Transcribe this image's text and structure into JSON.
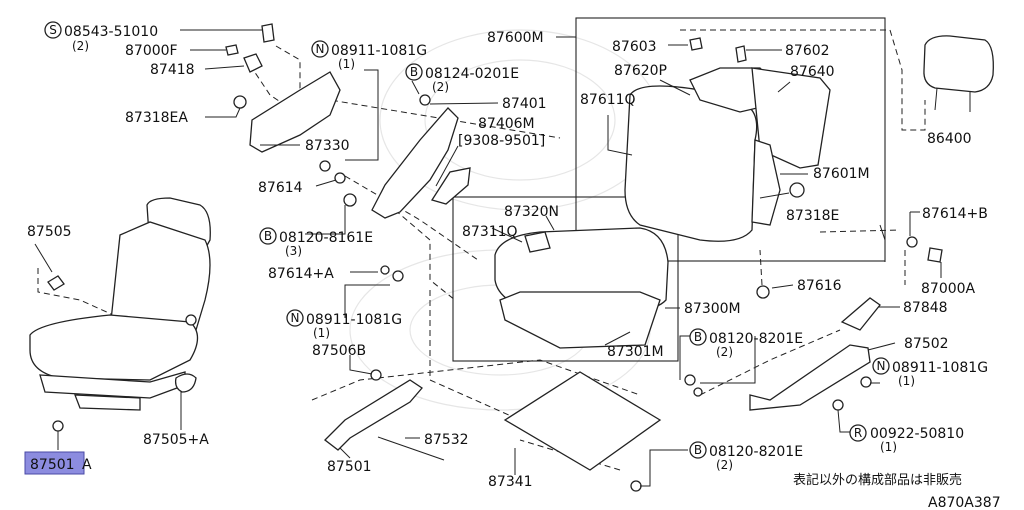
{
  "parts": {
    "p_08543": "08543-51010",
    "p_08543_q": "(2)",
    "p_87000F": "87000F",
    "p_87418": "87418",
    "p_87318EA": "87318EA",
    "p_87330": "87330",
    "p_87614": "87614",
    "p_08911a": "08911-1081G",
    "p_08911a_q": "(1)",
    "p_08124": "08124-0201E",
    "p_08124_q": "(2)",
    "p_87401": "87401",
    "p_87406M": "87406M",
    "p_87406M_range": "[9308-9501]",
    "p_87600M": "87600M",
    "p_87603": "87603",
    "p_87602": "87602",
    "p_87620P": "87620P",
    "p_87640": "87640",
    "p_87611Q": "87611Q",
    "p_86400": "86400",
    "p_87601M": "87601M",
    "p_87318E": "87318E",
    "p_87614B": "87614+B",
    "p_87000A": "87000A",
    "p_87505": "87505",
    "p_08120a": "08120-8161E",
    "p_08120a_q": "(3)",
    "p_87614A": "87614+A",
    "p_87320N": "87320N",
    "p_87311Q": "87311Q",
    "p_87616": "87616",
    "p_87300M": "87300M",
    "p_87848": "87848",
    "p_08911b": "08911-1081G",
    "p_08911b_q": "(1)",
    "p_87502": "87502",
    "p_87301M": "87301M",
    "p_08120b": "08120-8201E",
    "p_08120b_q": "(2)",
    "p_87506B": "87506B",
    "p_08911c": "08911-1081G",
    "p_08911c_q": "(1)",
    "p_87505A": "87505+A",
    "p_87532": "87532",
    "p_00922": "00922-50810",
    "p_00922_q": "(1)",
    "p_87501_right": "87501",
    "p_87501_left": "87501",
    "p_87501_left_suffix": "A",
    "p_87341": "87341",
    "p_08120c": "08120-8201E",
    "p_08120c_q": "(2)"
  },
  "prefix": {
    "S": "S",
    "N": "N",
    "B": "B",
    "R": "R"
  },
  "note": "表記以外の構成部品は非販売",
  "diagram_code": "A870A387"
}
